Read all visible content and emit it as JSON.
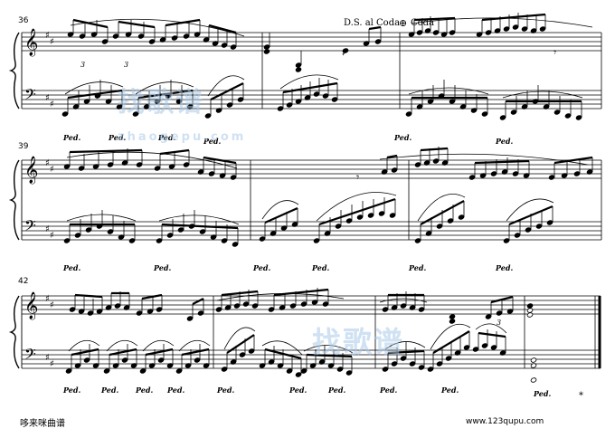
{
  "score": {
    "measure_numbers": [
      "36",
      "39",
      "42"
    ],
    "ds_marking": "D.S. al Coda",
    "coda_marking": "Coda",
    "triplet_mark": "3",
    "pedal_mark": "Ped.",
    "pedal_release": "*",
    "final_barline": "end"
  },
  "watermark": {
    "brand_cn": "找歌谱",
    "site": "zhaogepu.com",
    "color": "#a9c9e8"
  },
  "footer": {
    "left": "哆来咪曲谱",
    "right": "www.123qupu.com"
  }
}
